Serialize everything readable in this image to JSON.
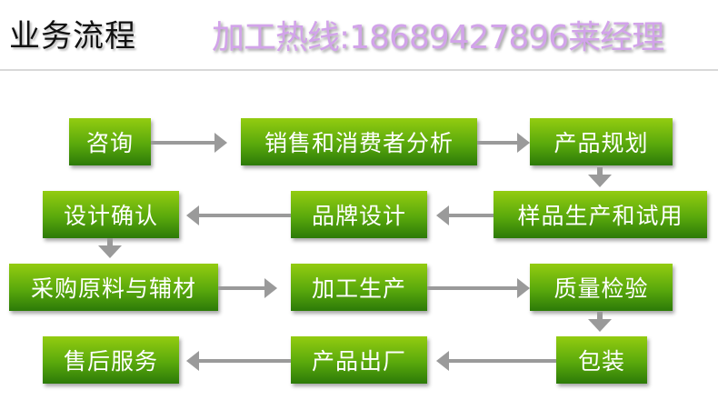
{
  "header": {
    "title": "业务流程",
    "hotline": "加工热线:18689427896莱经理"
  },
  "steps": {
    "consult": "咨询",
    "sales_analysis": "销售和消费者分析",
    "product_planning": "产品规划",
    "sample_trial": "样品生产和试用",
    "brand_design": "品牌设计",
    "design_confirm": "设计确认",
    "procurement": "采购原料与辅材",
    "processing": "加工生产",
    "quality_check": "质量检验",
    "packaging": "包装",
    "shipment": "产品出厂",
    "after_sales": "售后服务"
  }
}
